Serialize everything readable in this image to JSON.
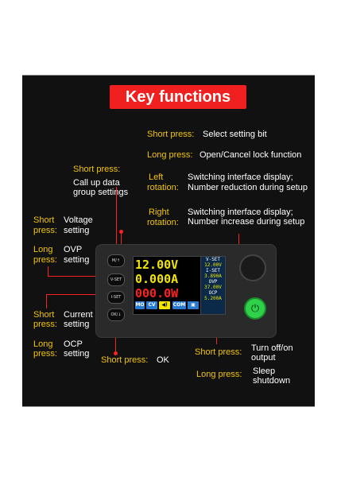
{
  "title": "Key functions",
  "top_right": {
    "short_press_label": "Short press:",
    "short_press_text": "Select setting bit",
    "long_press_label": "Long press:",
    "long_press_text": "Open/Cancel lock function",
    "left_rotation_label_1": "Left",
    "left_rotation_label_2": "rotation:",
    "left_rotation_text_1": "Switching interface display;",
    "left_rotation_text_2": "Number reduction during setup",
    "right_rotation_label_1": "Right",
    "right_rotation_label_2": "rotation:",
    "right_rotation_text_1": "Switching interface display;",
    "right_rotation_text_2": "Number increase during setup"
  },
  "mi_button": {
    "short_press_label": "Short press:",
    "text_1": "Call up data",
    "text_2": "group settings",
    "key": "M/↑"
  },
  "vset_button": {
    "short_label_1": "Short",
    "short_label_2": "press:",
    "short_text_1": "Voltage",
    "short_text_2": "setting",
    "long_label_1": "Long",
    "long_label_2": "press:",
    "long_text_1": "OVP",
    "long_text_2": "setting",
    "key": "V-SET"
  },
  "iset_button": {
    "short_label_1": "Short",
    "short_label_2": "press:",
    "short_text_1": "Current",
    "short_text_2": "setting",
    "long_label_1": "Long",
    "long_label_2": "press:",
    "long_text_1": "OCP",
    "long_text_2": "setting",
    "key": "I-SET"
  },
  "ok_button": {
    "short_press_label": "Short press:",
    "short_press_text": "OK",
    "key": "OK/↓"
  },
  "power_button": {
    "short_press_label": "Short press:",
    "short_press_text_1": "Turn off/on",
    "short_press_text_2": "output",
    "long_press_label": "Long press:",
    "long_press_text_1": "Sleep",
    "long_press_text_2": "shutdown"
  },
  "screen": {
    "voltage": "12.00V",
    "current": "0.000A",
    "power": "000.0W",
    "vset_label": "V-SET",
    "vset_value": "12.00V",
    "iset_label": "I-SET",
    "iset_value": "3.890A",
    "ovp_label": "OVP",
    "ovp_value": "37.00V",
    "ocp_label": "OCP",
    "ocp_value": "5.200A",
    "tag_mo": "MO",
    "tag_cv": "CV",
    "tag_com": "COM"
  },
  "colors": {
    "accent_label": "#f2c500",
    "title_bg": "#f02020",
    "voltage": "#f2e600",
    "current": "#f2e600",
    "power": "#ff2020"
  }
}
